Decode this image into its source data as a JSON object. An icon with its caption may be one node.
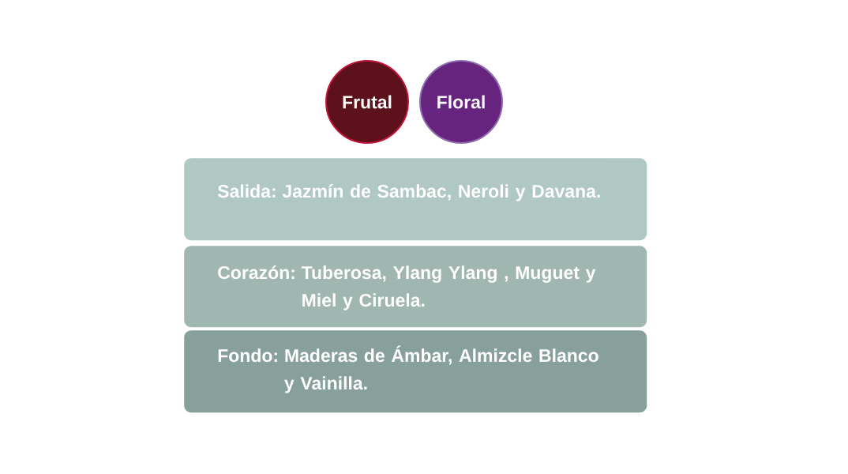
{
  "diagram": {
    "nodes": [
      {
        "text": [
          "Frutal"
        ]
      },
      {
        "text": [
          "Floral"
        ]
      },
      {
        "text": [
          "Salida:",
          "Jazmín de Sambac, Neroli y Davana."
        ]
      },
      {
        "text": [
          "Corazón:",
          "Tuberosa, Ylang Ylang , Muguet y Miel y Ciruela."
        ]
      },
      {
        "text": [
          "Fondo:",
          "Maderas de Ámbar, Almizcle Blanco y Vainilla."
        ]
      }
    ]
  }
}
